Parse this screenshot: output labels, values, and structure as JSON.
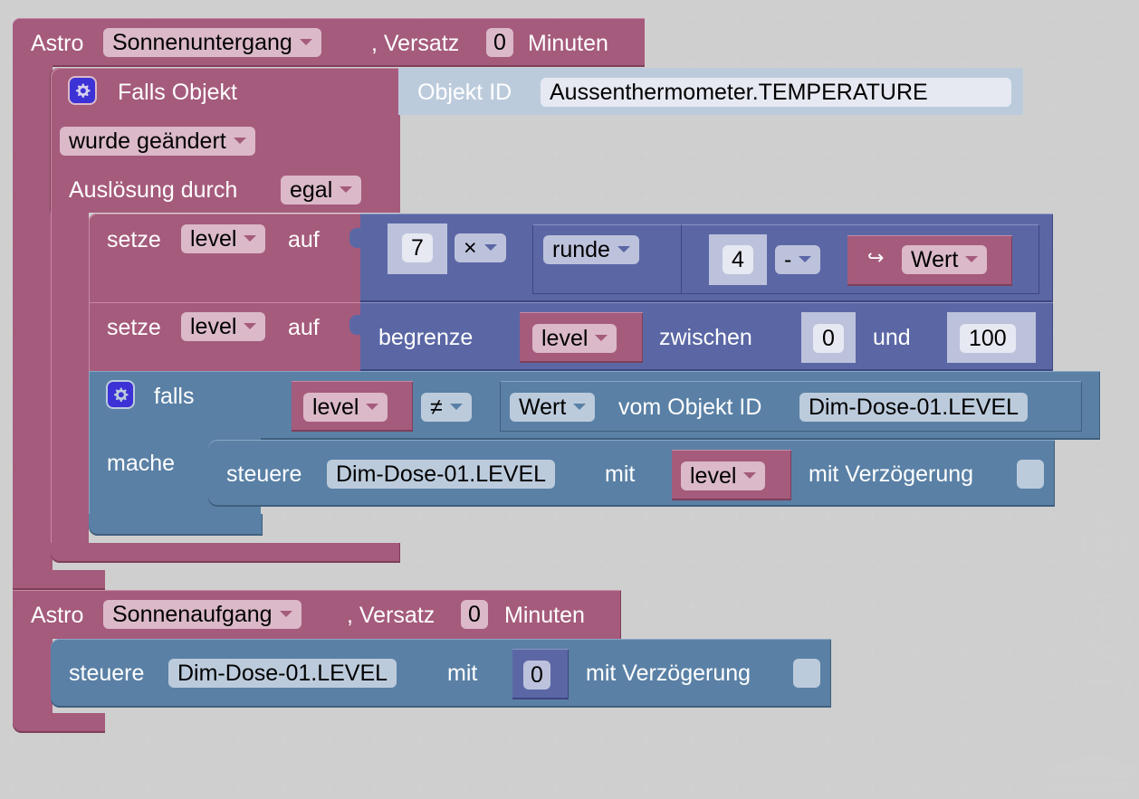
{
  "workspace": {
    "colors": {
      "event_block": "#a55b7c",
      "action_block": "#5a80a5",
      "math_block": "#5b67a5",
      "object_id_block": "#bccbdc",
      "gear_icon": "#3c32d6"
    },
    "astro_sunset": {
      "label": "Astro",
      "event_dropdown": "Sonnenuntergang",
      "offset_label": ", Versatz",
      "offset_value": "0",
      "unit_label": "Minuten"
    },
    "trigger_block": {
      "label": "Falls Objekt",
      "object_id_label": "Objekt ID",
      "object_id_value": "Aussenthermometer.TEMPERATURE",
      "condition_dropdown": "wurde geändert",
      "trigger_by_label": "Auslösung durch",
      "trigger_by_dropdown": "egal"
    },
    "set_level_1": {
      "label_set": "setze",
      "variable": "level",
      "label_to": "auf",
      "number_a": "7",
      "operator": "×",
      "round_dropdown": "runde",
      "number_b": "4",
      "minus_operator": "-",
      "value_icon": "↪",
      "value_dropdown": "Wert"
    },
    "set_level_2": {
      "label_set": "setze",
      "variable": "level",
      "label_to": "auf",
      "constrain_label": "begrenze",
      "constrain_variable": "level",
      "between_label": "zwischen",
      "low": "0",
      "and_label": "und",
      "high": "100"
    },
    "if_block": {
      "if_label": "falls",
      "do_label": "mache",
      "compare_variable": "level",
      "compare_operator": "≠",
      "value_dropdown": "Wert",
      "from_object_label": "vom Objekt ID",
      "object_id_value": "Dim-Dose-01.LEVEL",
      "control_label": "steuere",
      "control_object": "Dim-Dose-01.LEVEL",
      "with_label": "mit",
      "with_variable": "level",
      "delay_label": "mit Verzögerung",
      "delay_checked": false
    },
    "astro_sunrise": {
      "label": "Astro",
      "event_dropdown": "Sonnenaufgang",
      "offset_label": ", Versatz",
      "offset_value": "0",
      "unit_label": "Minuten",
      "control_label": "steuere",
      "control_object": "Dim-Dose-01.LEVEL",
      "with_label": "mit",
      "with_value": "0",
      "delay_label": "mit Verzögerung",
      "delay_checked": false
    }
  },
  "controls": {
    "recenter_icon": "target-icon",
    "zoom_in_icon": "plus-circle-icon",
    "zoom_out_icon": "minus-circle-icon",
    "trash_icon": "trashcan-icon"
  }
}
